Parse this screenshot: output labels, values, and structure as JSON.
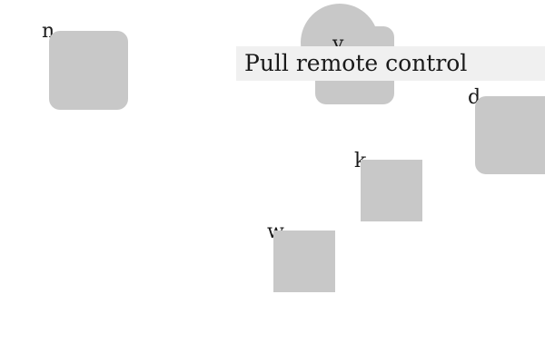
{
  "banner": {
    "text": "Pull remote control"
  },
  "targets": [
    {
      "id": "n",
      "label": "n",
      "shape": "rounded-square"
    },
    {
      "id": "y",
      "label": "y",
      "shape": "circle-over-rounded-square"
    },
    {
      "id": "d",
      "label": "d",
      "shape": "rounded-square"
    },
    {
      "id": "k",
      "label": "k",
      "shape": "square"
    },
    {
      "id": "w",
      "label": "w",
      "shape": "square"
    }
  ],
  "colors": {
    "tile": "#c8c8c8",
    "banner_background": "#f0f0f0",
    "text": "#1a1a1a"
  }
}
